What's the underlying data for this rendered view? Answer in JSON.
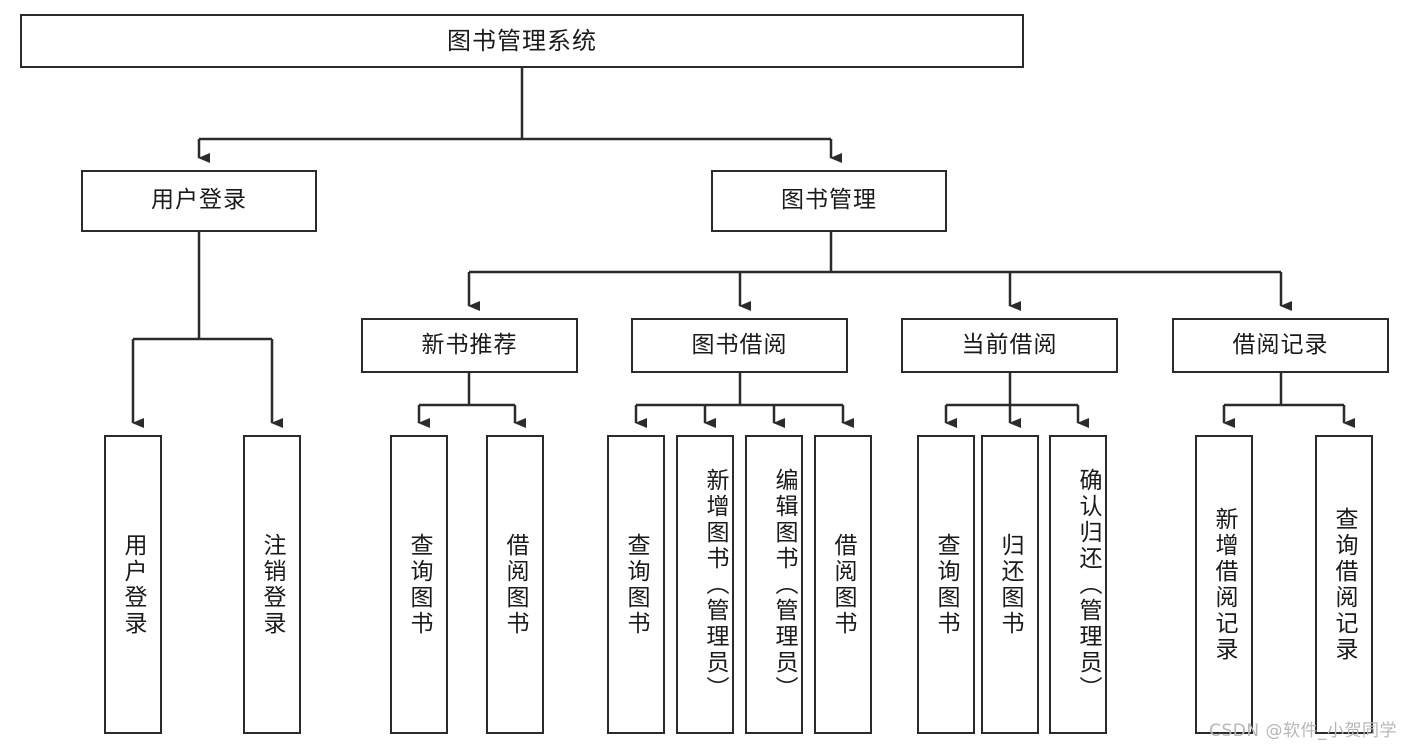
{
  "diagram": {
    "type": "tree",
    "title": "图书管理系统",
    "root": {
      "label": "图书管理系统"
    },
    "level2": [
      {
        "label": "用户登录"
      },
      {
        "label": "图书管理"
      }
    ],
    "level3": [
      {
        "label": "新书推荐"
      },
      {
        "label": "图书借阅"
      },
      {
        "label": "当前借阅"
      },
      {
        "label": "借阅记录"
      }
    ],
    "leaves": {
      "user_login": [
        {
          "label": "用户登录"
        },
        {
          "label": "注销登录"
        }
      ],
      "new_book_recommend": [
        {
          "label": "查询图书"
        },
        {
          "label": "借阅图书"
        }
      ],
      "book_borrow": [
        {
          "label": "查询图书"
        },
        {
          "label": "新增图书（管理员）"
        },
        {
          "label": "编辑图书（管理员）"
        },
        {
          "label": "借阅图书"
        }
      ],
      "current_borrow": [
        {
          "label": "查询图书"
        },
        {
          "label": "归还图书"
        },
        {
          "label": "确认归还（管理员）"
        }
      ],
      "borrow_record": [
        {
          "label": "新增借阅记录"
        },
        {
          "label": "查询借阅记录"
        }
      ]
    }
  },
  "watermark": {
    "text": "CSDN @软件_小贺同学"
  },
  "colors": {
    "border": "#2b2b2b",
    "background": "#ffffff",
    "text": "#1a1a1a",
    "watermark": "#b7b7b7"
  }
}
